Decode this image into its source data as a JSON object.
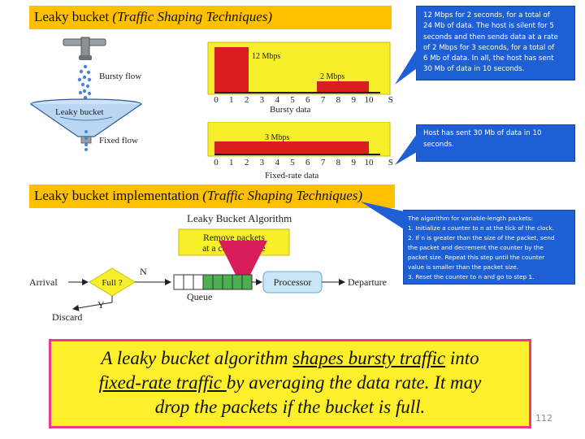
{
  "section1": {
    "title_main": "Leaky bucket",
    "title_sub": "(Traffic Shaping Techniques)"
  },
  "callout1": {
    "lines": [
      "12 Mbps for 2 seconds, for a total of",
      "24 Mb of data. The host is silent for 5",
      "seconds and then sends data at a rate",
      "of 2 Mbps for 3 seconds, for a total of",
      "6 Mb of data. In all, the host has sent",
      "30 Mb of data in 10 seconds."
    ]
  },
  "callout2": {
    "lines": [
      "Host has sent 30 Mb of data in 10",
      "seconds."
    ]
  },
  "bucket": {
    "bursty_flow": "Bursty flow",
    "leaky_bucket": "Leaky bucket",
    "fixed_flow": "Fixed flow"
  },
  "bursty_chart": {
    "label_high": "12 Mbps",
    "label_low": "2 Mbps",
    "ticks": [
      "0",
      "1",
      "2",
      "3",
      "4",
      "5",
      "6",
      "7",
      "8",
      "9",
      "10"
    ],
    "axis_unit": "S",
    "caption": "Bursty data",
    "colors": {
      "bar": "#d81e1e",
      "band": "#f7ef2a",
      "axis": "#1a1a1a"
    }
  },
  "fixed_chart": {
    "label": "3 Mbps",
    "ticks": [
      "0",
      "1",
      "2",
      "3",
      "4",
      "5",
      "6",
      "7",
      "8",
      "9",
      "10"
    ],
    "axis_unit": "S",
    "caption": "Fixed-rate data"
  },
  "section2": {
    "title_main": "Leaky bucket implementation",
    "title_sub": "(Traffic Shaping Techniques)"
  },
  "algo_diagram": {
    "title": "Leaky Bucket Algorithm",
    "remove_line1": "Remove packets",
    "remove_line2": "at a constant rate",
    "arrival": "Arrival",
    "full": "Full ?",
    "n": "N",
    "y": "Y",
    "queue": "Queue",
    "processor": "Processor",
    "departure": "Departure",
    "discard": "Discard"
  },
  "callout3": {
    "lines": [
      "The algorithm for variable-length packets:",
      "1. Initialize a counter to n at the tick of the clock.",
      "2. If n is greater than the size of the packet, send",
      "the packet and decrement the counter by the",
      "packet size. Repeat this step until the counter",
      "value is smaller than the packet size.",
      "3. Reset the counter to n and go to step 1."
    ]
  },
  "summary": {
    "part1": "A leaky bucket algorithm ",
    "emph1": "shapes bursty traffic",
    "part2": " into",
    "emph2": "fixed-rate traffic ",
    "part3": "by averaging the data rate. It may",
    "line3": "drop the packets if the bucket is full."
  },
  "page_number": "112"
}
